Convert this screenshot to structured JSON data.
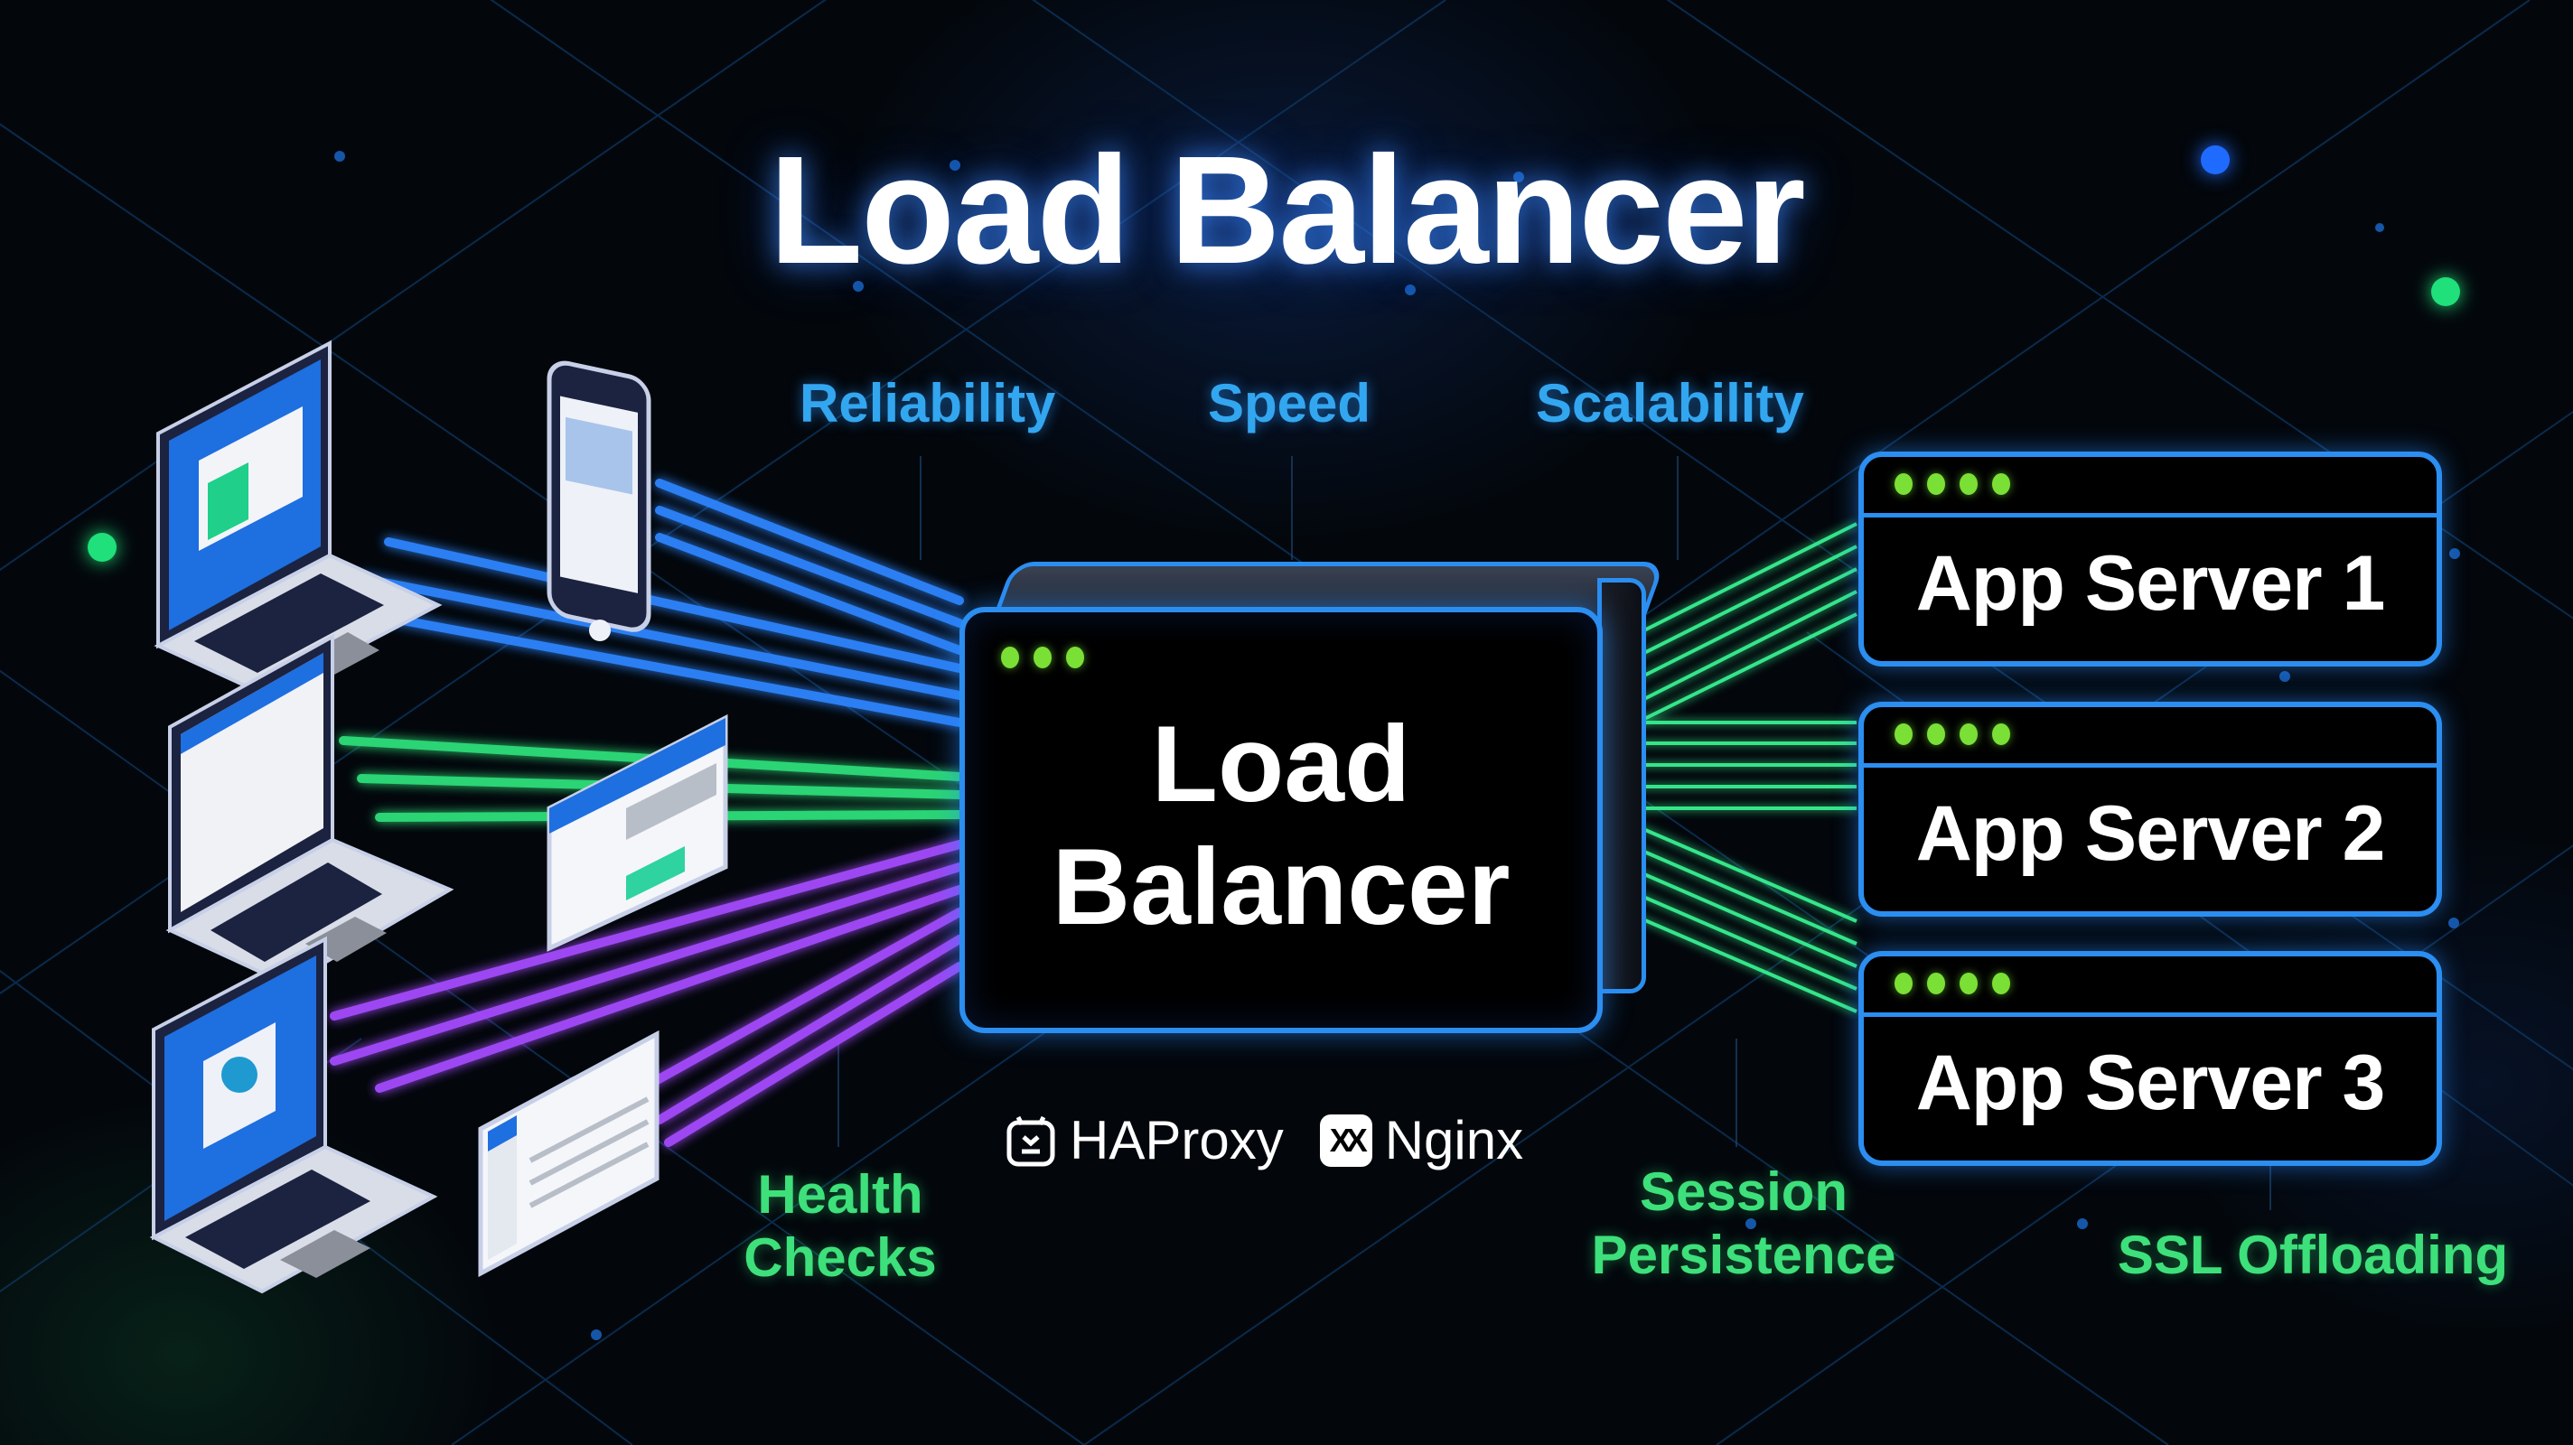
{
  "title": "Load Balancer",
  "features_top": [
    {
      "label": "Reliability",
      "color": "#33a6f0"
    },
    {
      "label": "Speed",
      "color": "#33a6f0"
    },
    {
      "label": "Scalability",
      "color": "#33a6f0"
    }
  ],
  "features_bottom": [
    {
      "label_line1": "Health",
      "label_line2": "Checks",
      "color": "#3de07a"
    },
    {
      "label_line1": "Session",
      "label_line2": "Persistence",
      "color": "#3de07a"
    },
    {
      "label_line1": "SSL Offloading",
      "label_line2": "",
      "color": "#3de07a"
    }
  ],
  "load_balancer": {
    "line1": "Load",
    "line2": "Balancer",
    "indicator_dots": 3,
    "border_color": "#2b8ef0"
  },
  "servers": [
    {
      "label": "App Server 1",
      "indicator_dots": 4
    },
    {
      "label": "App Server 2",
      "indicator_dots": 4
    },
    {
      "label": "App Server 3",
      "indicator_dots": 4
    }
  ],
  "tools": [
    {
      "label": "HAProxy",
      "icon": "haproxy-icon"
    },
    {
      "label": "Nginx",
      "icon": "nginx-icon"
    }
  ],
  "clients": [
    {
      "type": "laptop",
      "beam_color": "#2f7bff"
    },
    {
      "type": "phone",
      "beam_color": "#2f7bff"
    },
    {
      "type": "laptop",
      "beam_color": "#2fe07a"
    },
    {
      "type": "tablet",
      "beam_color": "#2fe07a"
    },
    {
      "type": "laptop",
      "beam_color": "#a64cff"
    },
    {
      "type": "tablet",
      "beam_color": "#a64cff"
    }
  ],
  "colors": {
    "background": "#03070c",
    "accent_blue": "#2b8ef0",
    "accent_green": "#3de07a",
    "indicator_green": "#7be035",
    "beam_purple": "#a64cff"
  }
}
